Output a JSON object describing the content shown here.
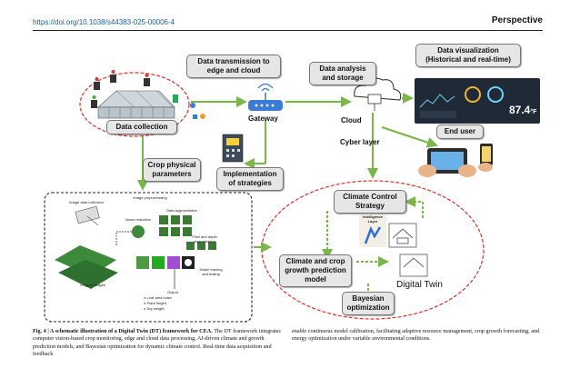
{
  "header": {
    "doi": "https://doi.org/10.1038/s44383-025-00006-4",
    "section": "Perspective"
  },
  "labels": {
    "data_collection": "Data collection",
    "data_transmission": "Data transmission to edge and cloud",
    "gateway": "Gateway",
    "data_analysis": "Data analysis and storage",
    "cloud": "Cloud",
    "data_visualization": "Data visualization (Historical and real-time)",
    "end_user": "End user",
    "cyber_layer": "Cyber layer",
    "implementation": "Implementation of strategies",
    "crop_physical": "Crop physical parameters",
    "climate_control": "Climate Control Strategy",
    "intelligence_layer": "Intelligence Layer",
    "prediction_model": "Climate and crop growth prediction model",
    "digital_twin": "Digital Twin",
    "bayesian": "Bayesian optimization"
  },
  "pipeline": {
    "image_data_collection": "Image data collection",
    "image_preprocessing": "Image preprocessing",
    "data_augmentation": "Data augmentation",
    "nonlinear": "Noise reduction",
    "pixel_depth": "Pixel and depth segmentation",
    "model_training": "Model training and testing",
    "original_images": "Original images",
    "output_title": "Output",
    "outputs": [
      "Leaf area index",
      "Plant height",
      "Dry weight"
    ]
  },
  "dashboard": {
    "reading": "87.4",
    "unit": "°F"
  },
  "caption": {
    "title": "Fig. 4 | A schematic illustration of a Digital Twin (DT) framework for CEA.",
    "col1_rest": "The DT framework integrates computer vision-based crop monitoring, edge and cloud data processing, AI-driven climate and growth prediction models, and Bayesian optimization for dynamic climate control. Real-time data acquisition and feedback",
    "col2": "enable continuous model calibration, facilitating adaptive resource management, crop growth forecasting, and energy optimization under variable environmental conditions."
  },
  "colors": {
    "arrow_green": "#7ab648",
    "dashed_red": "#e0302a",
    "label_gray": "#e6e6e6",
    "dashboard_bg": "#1f2a36",
    "accent_blue": "#1d5fa8"
  }
}
